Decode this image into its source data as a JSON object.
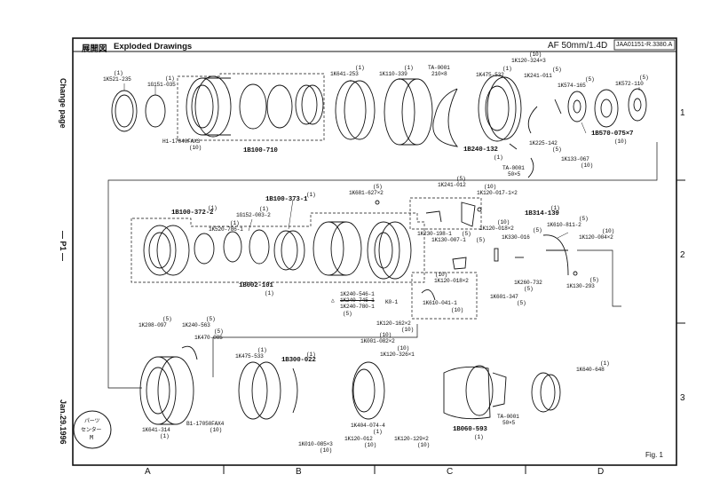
{
  "header": {
    "title_jp": "展開図",
    "title_en": "Exploded  Drawings",
    "model": "AF  50mm/1.4D",
    "code": "JAA01151-R.3380.A"
  },
  "side_text": {
    "change_page": "Change page",
    "page": "— P1 —",
    "date": "Jan.29.1996"
  },
  "stamp": {
    "line1": "パーツ",
    "line2": "センター",
    "line3": "M"
  },
  "fig_label": "Fig. 1",
  "columns": [
    "A",
    "B",
    "C",
    "D"
  ],
  "rows": [
    "1",
    "2",
    "3"
  ],
  "parts": {
    "p1k521": {
      "qty": "(1)",
      "code": "1K521-235"
    },
    "p1g151": {
      "qty": "(1)",
      "code": "1G151-035"
    },
    "h1": {
      "code": "H1-17040FAX3",
      "qty": "(10)"
    },
    "b100_710": {
      "code": "1B100-710"
    },
    "p1k641_253": {
      "qty": "(1)",
      "code": "1K641-253"
    },
    "p1k110": {
      "qty": "(1)",
      "code": "1K110-339"
    },
    "ta0001a": {
      "code": "TA-0001",
      "size": "210×8"
    },
    "p1k475_532": {
      "qty": "(1)",
      "code": "1K475-532"
    },
    "p1k120_324": {
      "qty": "(10)",
      "code": "1K120-324×3"
    },
    "p1k241_011": {
      "qty": "(5)",
      "code": "1K241-011"
    },
    "p1k574": {
      "qty": "(5)",
      "code": "1K574-165"
    },
    "p1k572": {
      "qty": "(5)",
      "code": "1K572-110"
    },
    "p1b570": {
      "code": "1B570-075×7",
      "qty": "(10)"
    },
    "p1k225": {
      "code": "1K225-142",
      "qty": "(5)"
    },
    "p1k133": {
      "code": "1K133-067",
      "qty": "(10)"
    },
    "p1b240": {
      "code": "1B240-132",
      "qty": "(1)"
    },
    "ta0001b": {
      "code": "TA-0001",
      "size": "50×5"
    },
    "p1k681": {
      "qty": "(5)",
      "code": "1K681-627×2"
    },
    "p1k241_012": {
      "qty": "(5)",
      "code": "1K241-012"
    },
    "p1k120_017": {
      "qty": "(10)",
      "code": "1K120-017-1×2"
    },
    "p1b100_372": {
      "qty": "(1)",
      "code": "1B100-372-2"
    },
    "p1b100_373": {
      "qty": "(1)",
      "code": "1B100-373-1"
    },
    "p1g152": {
      "qty": "(1)",
      "code": "1G152-003-2"
    },
    "p1k520": {
      "qty": "(1)",
      "code": "1K520-786-1"
    },
    "p1b002": {
      "code": "1B002-101",
      "qty": "(1)"
    },
    "p1b314": {
      "qty": "(1)",
      "code": "1B314-139"
    },
    "p1k610_811": {
      "qty": "(5)",
      "code": "1K610-811-2"
    },
    "p1k120_004": {
      "qty": "(10)",
      "code": "1K120-004×2"
    },
    "p1k120_018a": {
      "qty": "(10)",
      "code": "1K120-018×2"
    },
    "p1k230": {
      "code": "1K230-198-1",
      "qty": "(5)"
    },
    "p1k130_007": {
      "code": "1K130-007-1",
      "qty": "(5)"
    },
    "p1k330": {
      "code": "1K330-016",
      "qty": "(5)"
    },
    "p1k260": {
      "code": "1K260-732",
      "qty": "(5)"
    },
    "p1k130_293": {
      "qty": "(5)",
      "code": "1K130-293"
    },
    "p1k120_018b": {
      "qty": "(10)",
      "code": "1K120-018×2"
    },
    "p1k610_041": {
      "code": "1K610-041-1",
      "qty": "(10)"
    },
    "p1k601": {
      "code": "1K601-347",
      "qty": "(5)"
    },
    "p1k240_546": {
      "code": "1K240-546-1"
    },
    "p1k240_745": {
      "code": "1K240-745-1"
    },
    "p1k240_780": {
      "code": "1K240-780-1"
    },
    "triangle": "△",
    "k0": "K0-1",
    "sub5": "(5)",
    "p1k120_162": {
      "code": "1K120-162×2",
      "qty": "(10)"
    },
    "p1k208": {
      "qty": "(5)",
      "code": "1K208-097"
    },
    "p1k240_563": {
      "qty": "(5)",
      "code": "1K240-563"
    },
    "p1k470": {
      "qty": "(5)",
      "code": "1K470-085"
    },
    "p1k475_533": {
      "qty": "(1)",
      "code": "1K475-533"
    },
    "p1b300": {
      "qty": "(1)",
      "code": "1B300-022"
    },
    "p1k001": {
      "qty": "(10)",
      "code": "1K001-082×2"
    },
    "p1k120_326": {
      "qty": "(10)",
      "code": "1K120-326×1"
    },
    "p1k640": {
      "qty": "(1)",
      "code": "1K640-648"
    },
    "p1k641_314": {
      "code": "1K641-314",
      "qty": "(1)"
    },
    "b1": {
      "code": "B1-17050FAX4",
      "qty": "(10)"
    },
    "p1k404": {
      "code": "1K404-074-4",
      "qty": "(1)"
    },
    "p1b060": {
      "code": "1B060-593",
      "qty": "(1)"
    },
    "ta0001c": {
      "code": "TA-0001",
      "size": "50×5"
    },
    "p1k010": {
      "code": "1K010-085×3",
      "qty": "(10)"
    },
    "p1k120_012": {
      "code": "1K120-012",
      "qty": "(10)"
    },
    "p1k120_129": {
      "code": "1K120-129×2",
      "qty": "(10)"
    }
  }
}
